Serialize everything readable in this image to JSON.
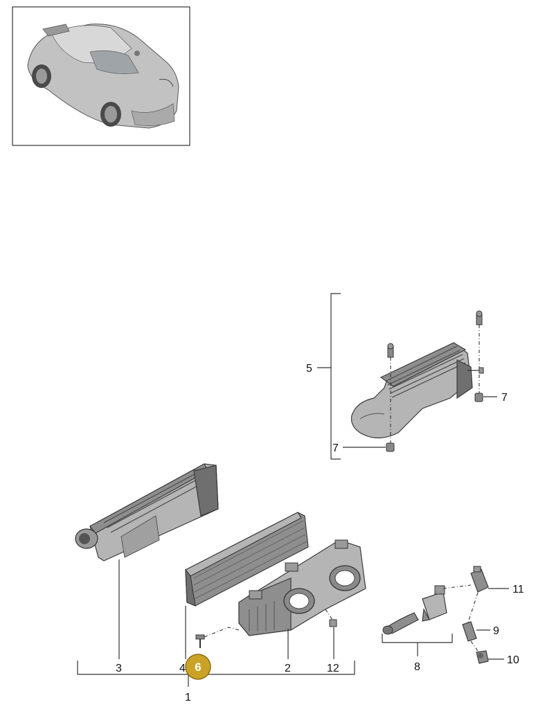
{
  "labels": {
    "l1": "1",
    "l2": "2",
    "l3": "3",
    "l4": "4",
    "l5": "5",
    "l7a": "7",
    "l7b": "7",
    "l8": "8",
    "l9": "9",
    "l10": "10",
    "l11": "11",
    "l12": "12"
  },
  "callout": {
    "number": "6",
    "color": "#c9a227"
  }
}
